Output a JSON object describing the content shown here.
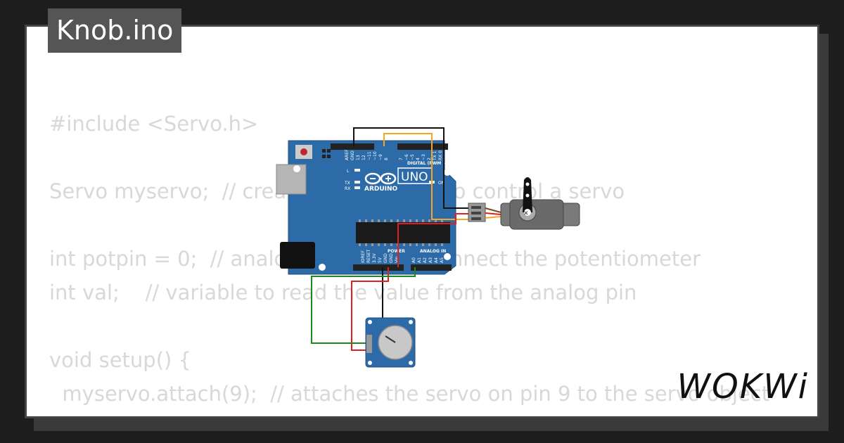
{
  "title": "Knob.ino",
  "code_lines": [
    "#include <Servo.h>",
    "",
    "Servo myservo;  // create servo object to control a servo",
    "",
    "int potpin = 0;  // analog pin used to connect the potentiometer",
    "int val;    // variable to read the value from the analog pin",
    "",
    "void setup() {",
    "  myservo.attach(9);  // attaches the servo on pin 9 to the servo object",
    "}"
  ],
  "board": {
    "logo_text": "UNO",
    "brand_text": "ARDUINO",
    "digital_label": "DIGITAL (PWM ~)",
    "power_label": "POWER",
    "analog_label": "ANALOG IN",
    "top_pins": [
      "AREF",
      "GND",
      "13",
      "12",
      "~11",
      "~10",
      "~9",
      "8",
      "7",
      "~6",
      "~5",
      "4",
      "~3",
      "2",
      "TX 1",
      "RX 0"
    ],
    "power_pins": [
      "IOREF",
      "RESET",
      "3.3V",
      "5V",
      "GND",
      "GND",
      "Vin"
    ],
    "analog_pins": [
      "A0",
      "A1",
      "A2",
      "A3",
      "A4",
      "A5"
    ],
    "led_labels": [
      "L",
      "TX",
      "RX"
    ],
    "on_label": "ON"
  },
  "brand": "WOKWi",
  "colors": {
    "board": "#2d6aa8",
    "wire_orange": "#f5a623",
    "wire_red": "#e02020",
    "wire_green": "#1a8a1a",
    "wire_black": "#111111"
  }
}
